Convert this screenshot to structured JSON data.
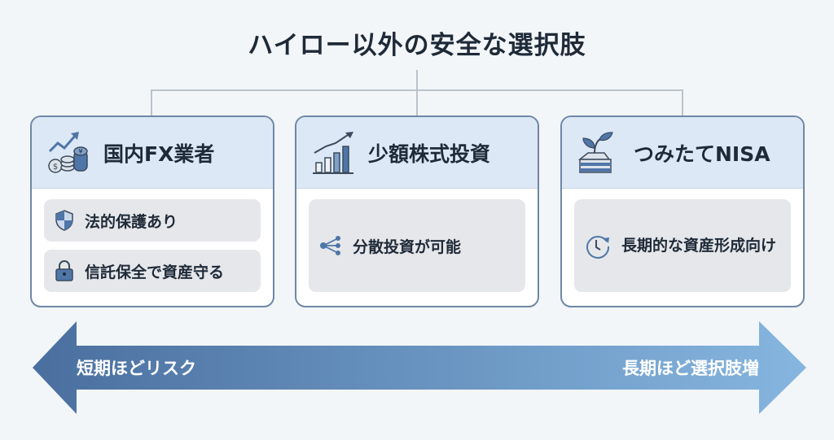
{
  "title": "ハイロー以外の安全な選択肢",
  "cards": [
    {
      "title": "国内FX業者",
      "icon": "coins-chart-icon",
      "items": [
        {
          "icon": "shield-icon",
          "text": "法的保護あり"
        },
        {
          "icon": "lock-icon",
          "text": "信託保全で資産守る"
        }
      ]
    },
    {
      "title": "少額株式投資",
      "icon": "bar-chart-icon",
      "items": [
        {
          "icon": "share-icon",
          "text": "分散投資が可能"
        }
      ]
    },
    {
      "title": "つみたてNISA",
      "icon": "plant-icon",
      "items": [
        {
          "icon": "clock-icon",
          "text": "長期的な資産形成向け"
        }
      ]
    }
  ],
  "arrow": {
    "left": "短期ほどリスク",
    "right": "長期ほど選択肢増"
  },
  "colors": {
    "accent": "#4f76a8",
    "header": "#dce8f6",
    "border": "#6f87a7"
  }
}
